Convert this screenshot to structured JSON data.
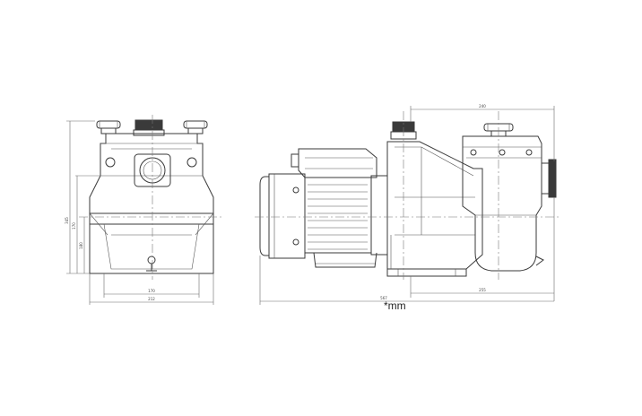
{
  "unit_note": "*mm",
  "front_view": {
    "dims": {
      "overall_width": "212",
      "base_width": "170",
      "overall_height": "345",
      "inlet_height": "170",
      "axis_height": "180"
    }
  },
  "side_view": {
    "dims": {
      "overall_length": "567",
      "pump_body_length": "240",
      "base_length": "255"
    }
  }
}
